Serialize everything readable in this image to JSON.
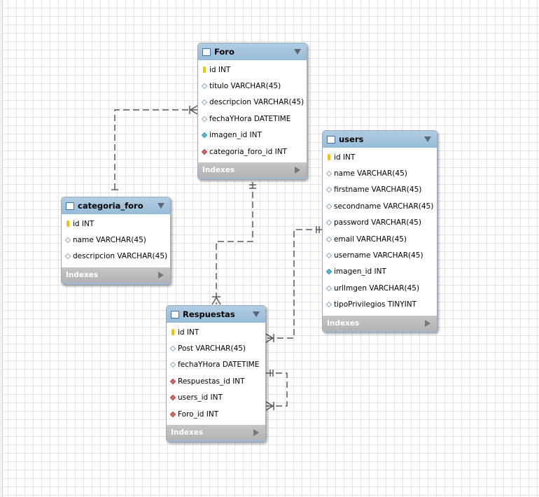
{
  "tables": {
    "foro": {
      "name": "Foro",
      "columns": [
        {
          "text": "id INT",
          "key": "pk"
        },
        {
          "text": "titulo VARCHAR(45)",
          "key": "col"
        },
        {
          "text": "descripcion VARCHAR(45)",
          "key": "col"
        },
        {
          "text": "fechaYHora DATETIME",
          "key": "col"
        },
        {
          "text": "imagen_id INT",
          "key": "idx"
        },
        {
          "text": "categoria_foro_id INT",
          "key": "fk"
        }
      ],
      "footer": "Indexes"
    },
    "categoria_foro": {
      "name": "categoria_foro",
      "columns": [
        {
          "text": "id INT",
          "key": "pk"
        },
        {
          "text": "name VARCHAR(45)",
          "key": "col"
        },
        {
          "text": "descripcion VARCHAR(45)",
          "key": "col"
        }
      ],
      "footer": "Indexes"
    },
    "users": {
      "name": "users",
      "columns": [
        {
          "text": "id INT",
          "key": "pk"
        },
        {
          "text": "name VARCHAR(45)",
          "key": "col"
        },
        {
          "text": "firstname VARCHAR(45)",
          "key": "col"
        },
        {
          "text": "secondname VARCHAR(45)",
          "key": "col"
        },
        {
          "text": "password VARCHAR(45)",
          "key": "col"
        },
        {
          "text": "email VARCHAR(45)",
          "key": "col"
        },
        {
          "text": "username VARCHAR(45)",
          "key": "col"
        },
        {
          "text": "imagen_id INT",
          "key": "idx"
        },
        {
          "text": "urlImgen VARCHAR(45)",
          "key": "col"
        },
        {
          "text": "tipoPrivilegios TINYINT",
          "key": "col"
        }
      ],
      "footer": "Indexes"
    },
    "respuestas": {
      "name": "Respuestas",
      "columns": [
        {
          "text": "id INT",
          "key": "pk"
        },
        {
          "text": "Post VARCHAR(45)",
          "key": "col"
        },
        {
          "text": "fechaYHora DATETIME",
          "key": "col"
        },
        {
          "text": "Respuestas_id INT",
          "key": "fk"
        },
        {
          "text": "users_id INT",
          "key": "fk"
        },
        {
          "text": "Foro_id INT",
          "key": "fk"
        }
      ],
      "footer": "Indexes"
    }
  },
  "colors": {
    "header": "#9dc1dc",
    "footer": "#bdbdbd",
    "line": "#5a5a5a",
    "pk": "#f2c200",
    "fk": "#d26a6a",
    "idx": "#5bb6cf"
  }
}
